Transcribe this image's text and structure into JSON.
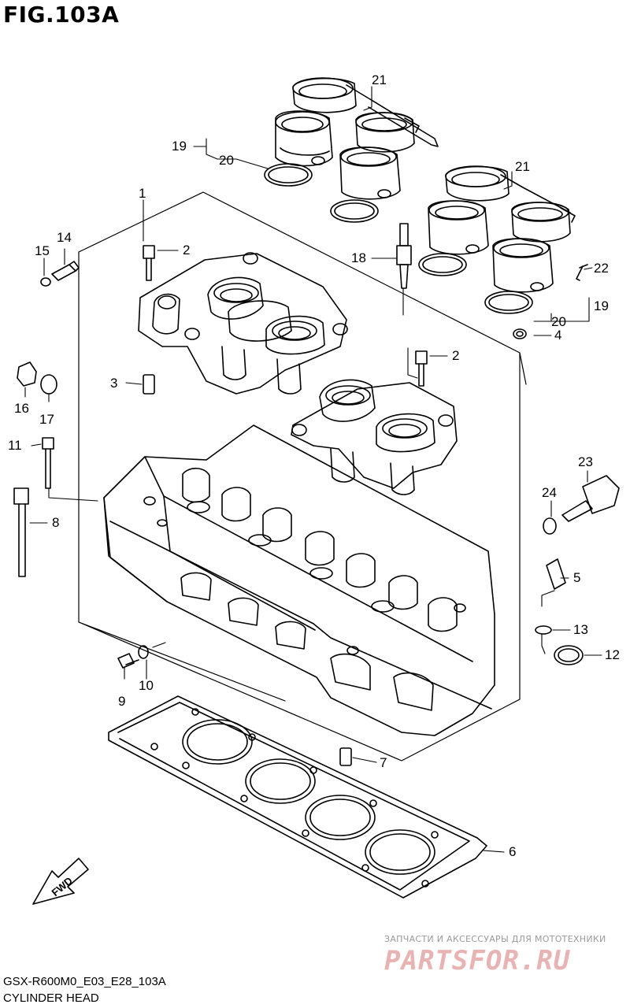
{
  "figure": {
    "title": "FIG.103A",
    "code": "GSX-R600M0_E03_E28_103A",
    "name": "CYLINDER HEAD"
  },
  "watermark": {
    "tagline": "ЗАПЧАСТИ И АКСЕССУАРЫ ДЛЯ МОТОТЕХНИКИ",
    "logo": "PARTSFOR.RU"
  },
  "direction_marker": "FWD",
  "callouts": [
    {
      "id": "c21a",
      "label": "21"
    },
    {
      "id": "c19a",
      "label": "19"
    },
    {
      "id": "c20a",
      "label": "20"
    },
    {
      "id": "c21b",
      "label": "21"
    },
    {
      "id": "c1",
      "label": "1"
    },
    {
      "id": "c2a",
      "label": "2"
    },
    {
      "id": "c14",
      "label": "14"
    },
    {
      "id": "c15",
      "label": "15"
    },
    {
      "id": "c18",
      "label": "18"
    },
    {
      "id": "c22",
      "label": "22"
    },
    {
      "id": "c19b",
      "label": "19"
    },
    {
      "id": "c20b",
      "label": "20"
    },
    {
      "id": "c4",
      "label": "4"
    },
    {
      "id": "c2b",
      "label": "2"
    },
    {
      "id": "c3",
      "label": "3"
    },
    {
      "id": "c16",
      "label": "16"
    },
    {
      "id": "c17",
      "label": "17"
    },
    {
      "id": "c11",
      "label": "11"
    },
    {
      "id": "c23",
      "label": "23"
    },
    {
      "id": "c24",
      "label": "24"
    },
    {
      "id": "c8",
      "label": "8"
    },
    {
      "id": "c5",
      "label": "5"
    },
    {
      "id": "c13",
      "label": "13"
    },
    {
      "id": "c12",
      "label": "12"
    },
    {
      "id": "c9",
      "label": "9"
    },
    {
      "id": "c10",
      "label": "10"
    },
    {
      "id": "c7",
      "label": "7"
    },
    {
      "id": "c6",
      "label": "6"
    }
  ],
  "colors": {
    "line": "#000000",
    "watermark_logo": "#e8b3b3",
    "watermark_text": "#9a9a9a"
  }
}
